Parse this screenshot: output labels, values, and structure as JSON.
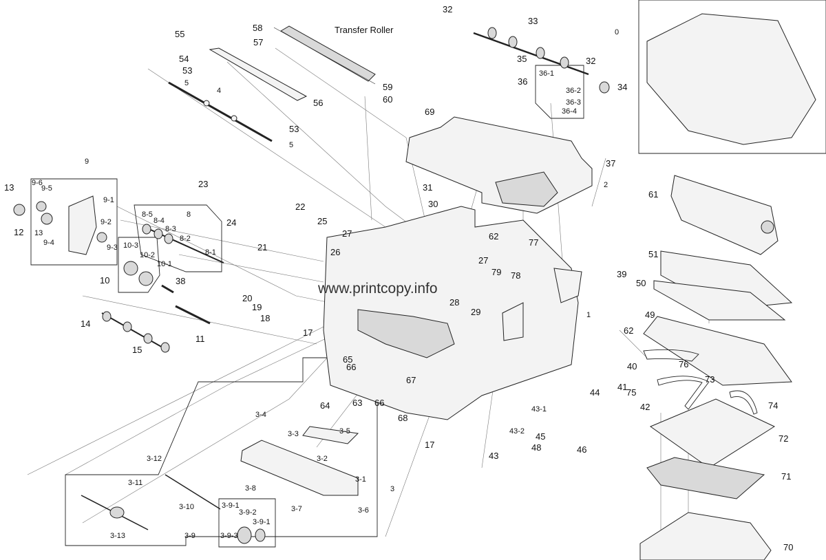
{
  "watermark": "www.printcopy.info",
  "labels": {
    "l0": "0",
    "l1": "1",
    "l2": "2",
    "l3": "3",
    "l3_1": "3-1",
    "l3_2": "3-2",
    "l3_3": "3-3",
    "l3_4": "3-4",
    "l3_5": "3-5",
    "l3_6": "3-6",
    "l3_7": "3-7",
    "l3_8": "3-8",
    "l3_9": "3-9",
    "l3_9_1a": "3-9-1",
    "l3_9_1b": "3-9-1",
    "l3_9_2": "3-9-2",
    "l3_9_3": "3-9-3",
    "l3_10": "3-10",
    "l3_11": "3-11",
    "l3_12": "3-12",
    "l3_13": "3-13",
    "l4": "4",
    "l5a": "5",
    "l5b": "5",
    "l8": "8",
    "l8_1": "8-1",
    "l8_2": "8-2",
    "l8_3": "8-3",
    "l8_4": "8-4",
    "l8_5": "8-5",
    "l9": "9",
    "l9_1": "9-1",
    "l9_2": "9-2",
    "l9_3": "9-3",
    "l9_4": "9-4",
    "l9_5": "9-5",
    "l9_6": "9-6",
    "l10": "10",
    "l10_1": "10-1",
    "l10_2": "10-2",
    "l10_3": "10-3",
    "l11": "11",
    "l12": "12",
    "l13a": "13",
    "l13b": "13",
    "l14": "14",
    "l15": "15",
    "l17a": "17",
    "l17b": "17",
    "l18": "18",
    "l19": "19",
    "l20": "20",
    "l21": "21",
    "l22": "22",
    "l23": "23",
    "l24": "24",
    "l25": "25",
    "l26": "26",
    "l27a": "27",
    "l27b": "27",
    "l28": "28",
    "l29": "29",
    "l30": "30",
    "l31": "31",
    "l32a": "32",
    "l32b": "32",
    "l33": "33",
    "l34": "34",
    "l35": "35",
    "l36": "36",
    "l36_1": "36-1",
    "l36_2": "36-2",
    "l36_3": "36-3",
    "l36_4": "36-4",
    "l37": "37",
    "l38": "38",
    "l39": "39",
    "l40": "40",
    "l41": "41",
    "l42": "42",
    "l43a": "43",
    "l43_1": "43-1",
    "l43_2": "43-2",
    "l44": "44",
    "l45": "45",
    "l46": "46",
    "l48": "48",
    "l49": "49",
    "l50": "50",
    "l51": "51",
    "l53a": "53",
    "l53b": "53",
    "l54": "54",
    "l55": "55",
    "l56": "56",
    "l57": "57",
    "l58": "58",
    "l59": "59",
    "l60": "60",
    "l61": "61",
    "l62a": "62",
    "l62b": "62",
    "l63": "63",
    "l64": "64",
    "l65": "65",
    "l66a": "66",
    "l66b": "66",
    "l67": "67",
    "l68": "68",
    "l69": "69",
    "l70": "70",
    "l71": "71",
    "l72": "72",
    "l73": "73",
    "l74": "74",
    "l75": "75",
    "l76": "76",
    "l77": "77",
    "l78": "78",
    "l79": "79",
    "transfer": "Transfer Roller"
  }
}
